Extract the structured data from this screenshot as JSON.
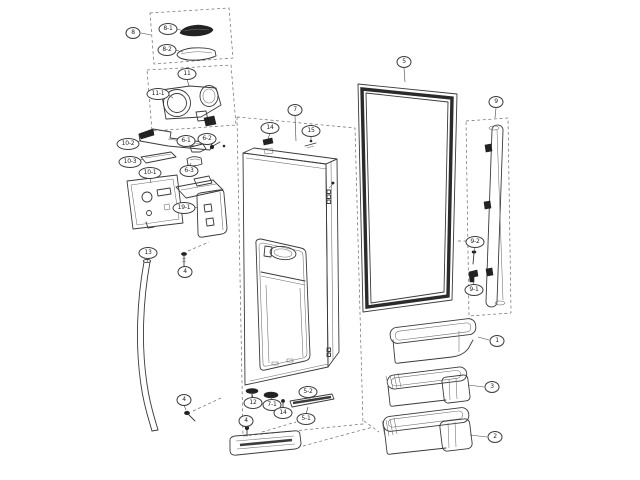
{
  "figure": {
    "kind": "exploded-parts-diagram",
    "subject_labels_visible": true
  },
  "style": {
    "paper": "#ffffff",
    "ink": "#3a3a3a",
    "dark_fill": "#222222"
  },
  "callouts": {
    "c1": "1",
    "c2": "2",
    "c3": "3",
    "c4a": "4",
    "c4b": "4",
    "c4c": "4",
    "c5": "5",
    "c5_1": "5-1",
    "c5_2": "5-2",
    "c6_1": "6-1",
    "c6_2": "6-2",
    "c6_3": "6-3",
    "c7": "7",
    "c7_1": "7-1",
    "c8": "8",
    "c8_1": "8-1",
    "c8_2": "8-2",
    "c9": "9",
    "c9_1": "9-1",
    "c9_2": "9-2",
    "c10_1": "10-1",
    "c10_2": "10-2",
    "c10_3": "10-3",
    "c11": "11",
    "c11_1": "11-1",
    "c12": "12",
    "c13": "13",
    "c14a": "14",
    "c14b": "14",
    "c15": "15",
    "c19_1": "19-1"
  }
}
